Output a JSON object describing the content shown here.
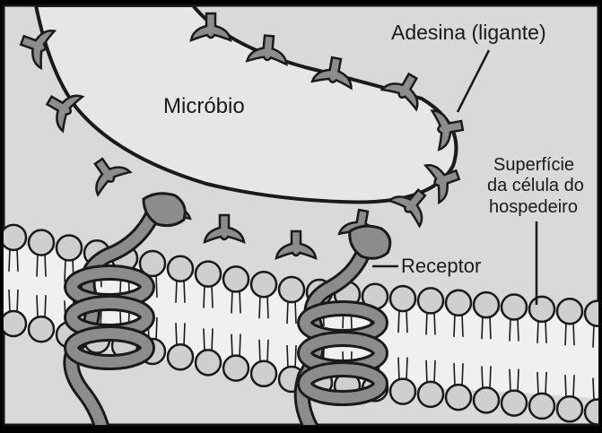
{
  "labels": {
    "microbe": "Micróbio",
    "adhesin": "Adesina (ligante)",
    "host_surface_line1": "Superfície",
    "host_surface_line2": "da célula do",
    "host_surface_line3": "hospedeiro",
    "receptor": "Receptor"
  },
  "colors": {
    "background": "#d9d9d9",
    "microbe_fill": "#e6e6e6",
    "lipid_head": "#cfcfcf",
    "protein": "#8c8c8c",
    "outline": "#1a1a1a"
  }
}
